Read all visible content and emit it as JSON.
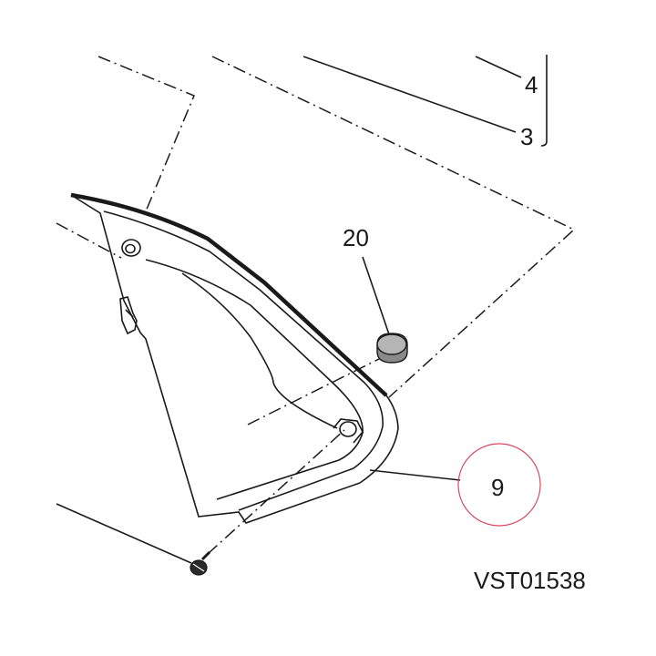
{
  "diagram": {
    "callouts": {
      "c4": "4",
      "c3": "3",
      "c20": "20",
      "c9": "9"
    },
    "reference_code": "VST01538",
    "highlight_color": "#d9485f",
    "line_color": "#1a1a1a"
  }
}
